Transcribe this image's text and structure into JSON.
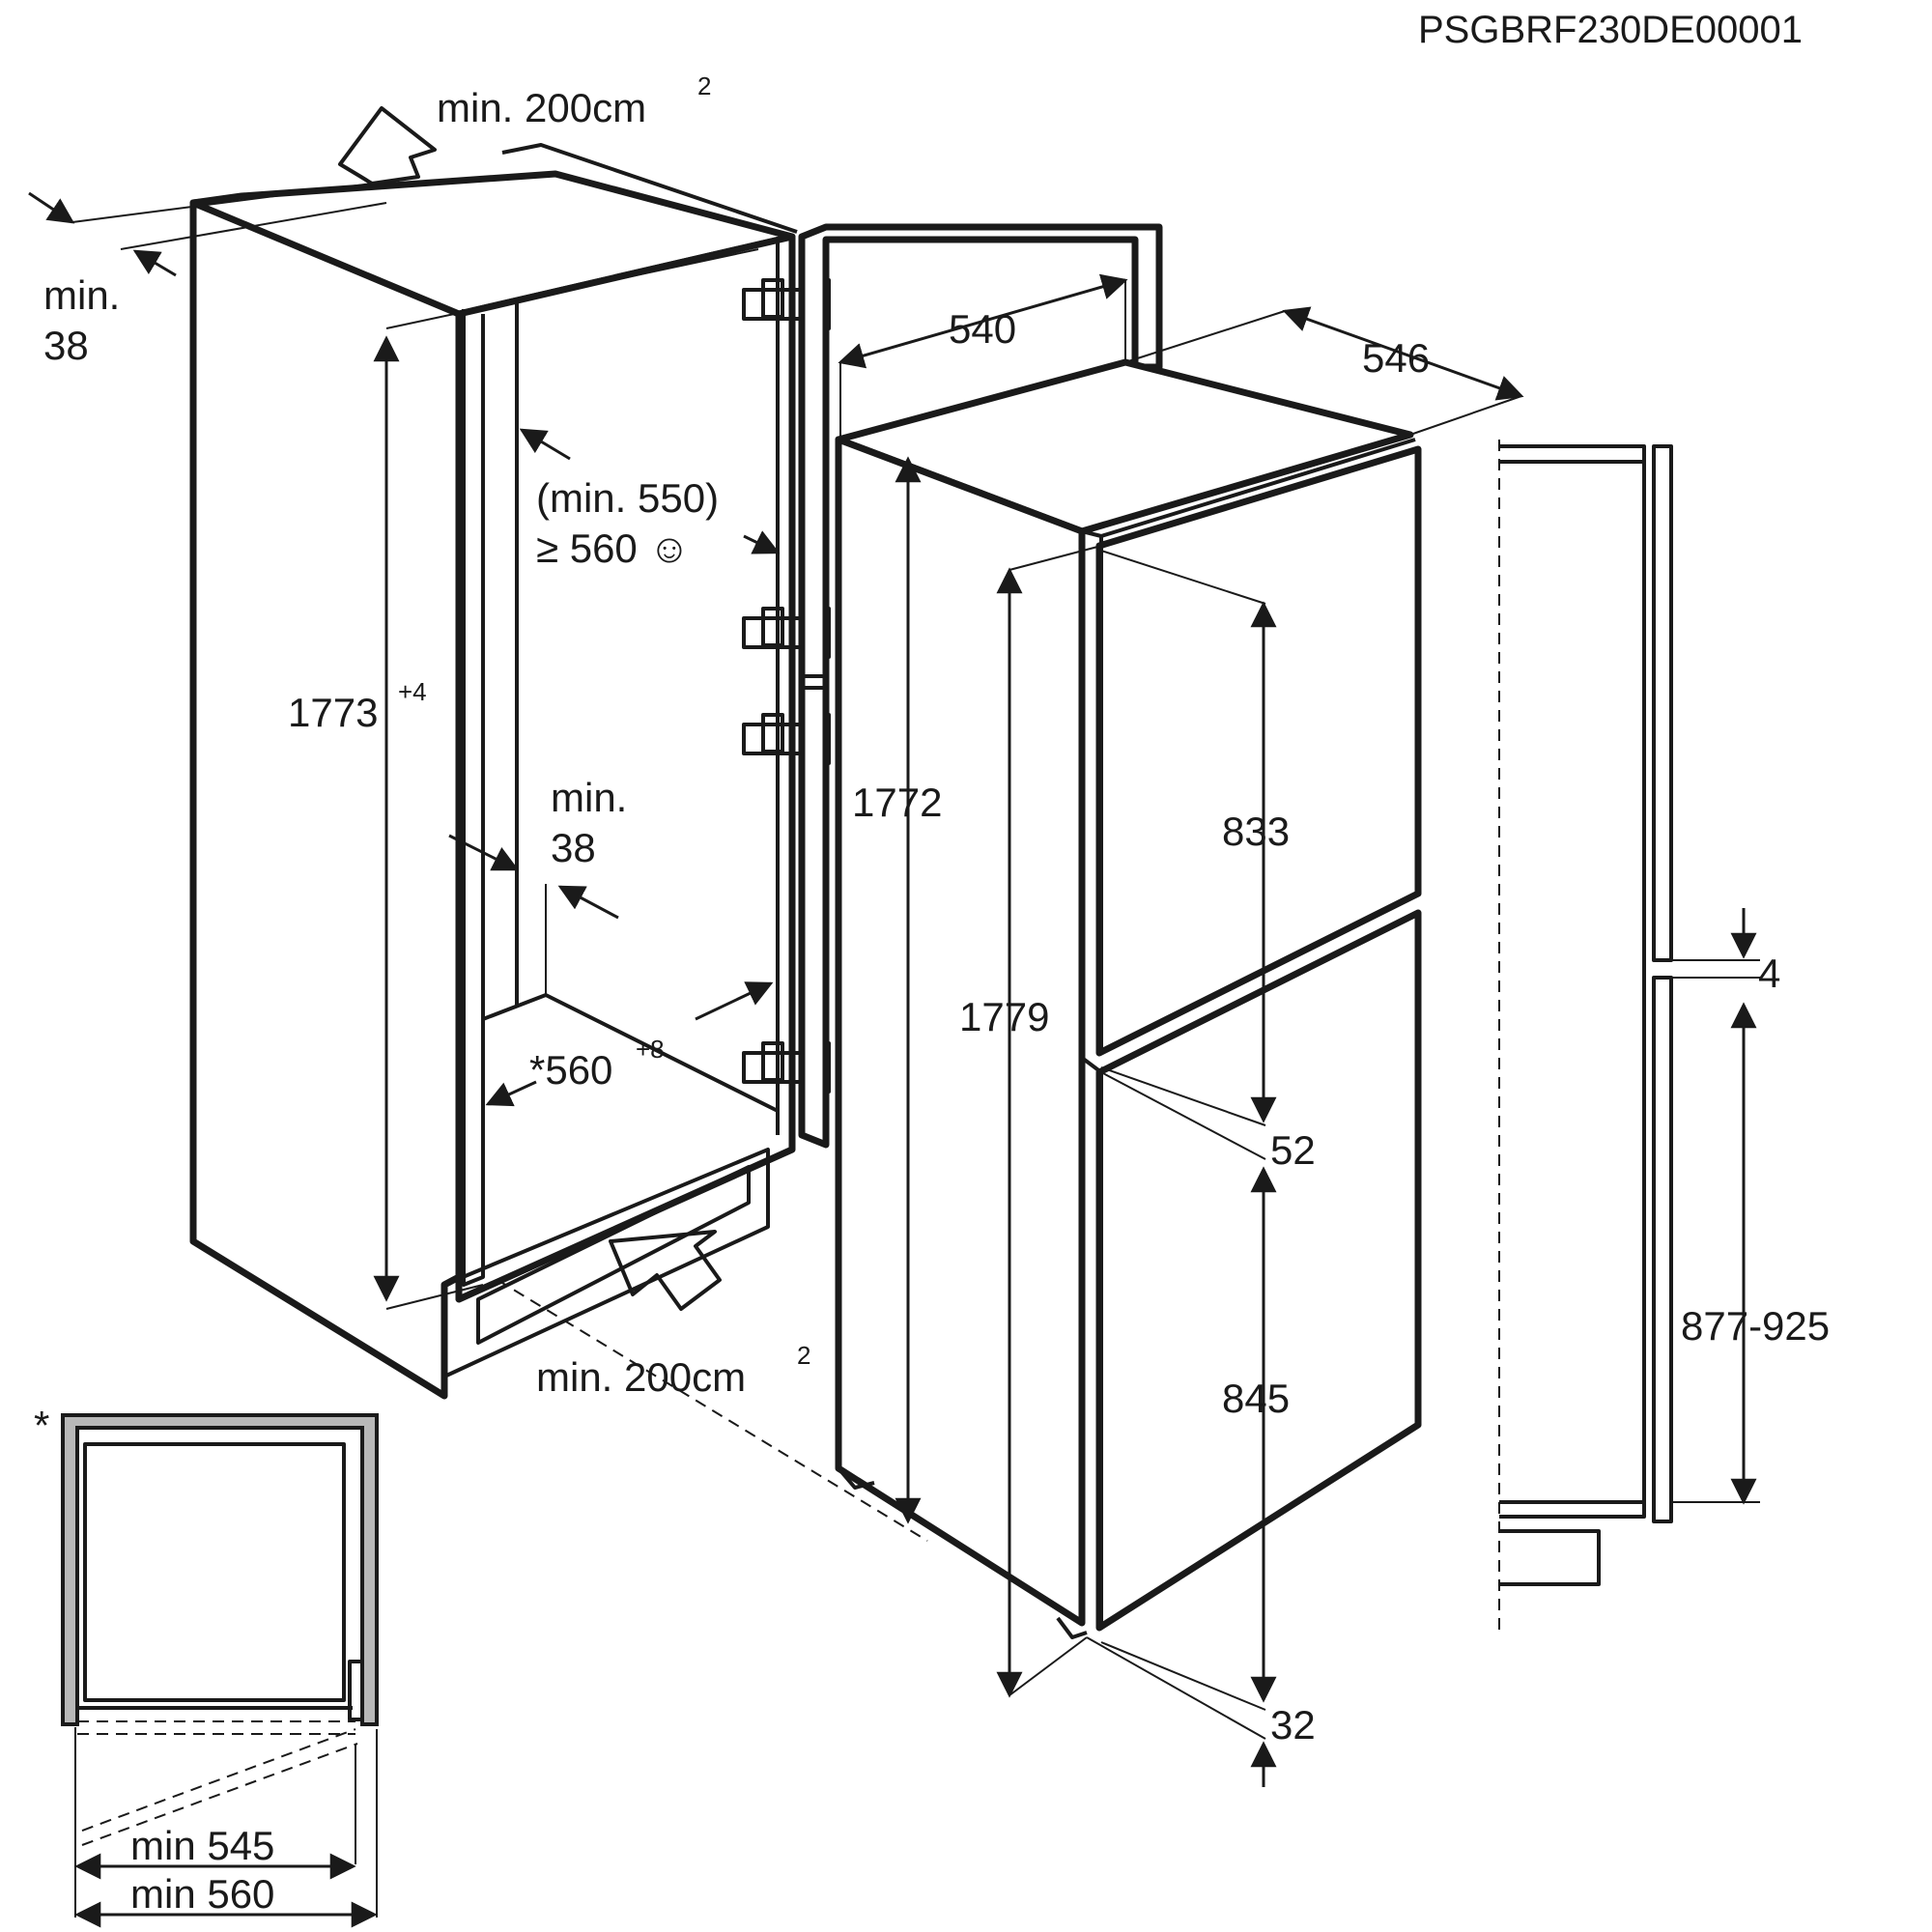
{
  "code": "PSGBRF230DE00001",
  "labels": {
    "vent_top": "min. 200cm",
    "vent_top_sup": "2",
    "vent_bottom": "min. 200cm",
    "vent_bottom_sup": "2",
    "top_gap_line1": "min.",
    "top_gap_line2": "38",
    "niche_height": "1773",
    "niche_height_sup": "+4",
    "niche_depth_min": "(min. 550)",
    "niche_depth": "≥ 560 ☺",
    "side_gap_line1": "min.",
    "side_gap_line2": "38",
    "niche_width": "*560",
    "niche_width_sup": "+8",
    "width": "540",
    "depth": "546",
    "body_height": "1772",
    "total_height": "1779",
    "upper_door": "833",
    "door_gap": "52",
    "lower_door": "845",
    "bottom_gap": "32",
    "panel_gap": "4",
    "panel_range": "877-925",
    "asterisk": "*",
    "min_545": "min 545",
    "min_560": "min 560"
  },
  "colors": {
    "line": "#1a1a1a",
    "background": "#ffffff",
    "wall_grey": "#b8b8b8"
  }
}
